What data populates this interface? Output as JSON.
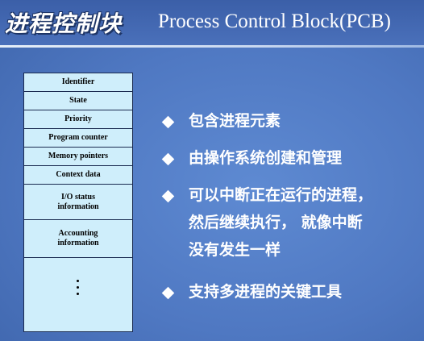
{
  "title": {
    "chinese": "进程控制块",
    "english": "Process Control Block(PCB)"
  },
  "pcb_fields": [
    "Identifier",
    "State",
    "Priority",
    "Program counter",
    "Memory pointers",
    "Context data",
    "I/O status\ninformation",
    "Accounting\ninformation"
  ],
  "bullets": [
    "包含进程元素",
    "由操作系统创建和管理",
    "可以中断正在运行的进程，\n然后继续执行， 就像中断\n没有发生一样",
    "支持多进程的关键工具"
  ],
  "icons": {
    "bullet": "white-diamond",
    "ellipsis": "vertical-ellipsis"
  }
}
